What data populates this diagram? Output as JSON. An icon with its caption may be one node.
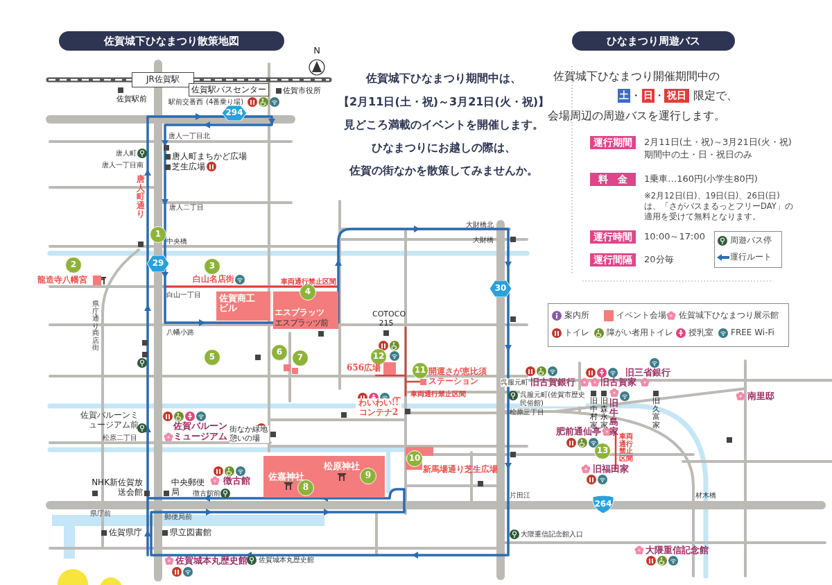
{
  "diagram": {
    "nodes": [
      {
        "text": [
          "佐賀城下ひなまつり散策地図"
        ]
      },
      {
        "text": [
          "ひなまつり周遊バス"
        ]
      },
      {
        "text": [
          "JR佐賀駅"
        ]
      },
      {
        "text": [
          "佐賀駅バスセンター"
        ]
      },
      {
        "text": [
          "294"
        ]
      },
      {
        "text": [
          "29"
        ]
      },
      {
        "text": [
          "30"
        ]
      },
      {
        "text": [
          "264"
        ]
      },
      {
        "text": [
          "佐賀商工ビル"
        ]
      },
      {
        "text": [
          "エスプラッツ"
        ]
      },
      {
        "text": [],
        "shape": "box"
      },
      {
        "text": [
          "佐嘉神社",
          "松原神社"
        ]
      },
      {
        "text": [
          "1"
        ]
      },
      {
        "text": [
          "2"
        ]
      },
      {
        "text": [
          "3"
        ]
      },
      {
        "text": [
          "4"
        ]
      },
      {
        "text": [
          "5"
        ]
      },
      {
        "text": [
          "6"
        ]
      },
      {
        "text": [
          "7"
        ]
      },
      {
        "text": [
          "8"
        ],
        "in": 11
      },
      {
        "text": [
          "9"
        ],
        "in": 11
      },
      {
        "text": [
          "10"
        ]
      },
      {
        "text": [
          "11"
        ]
      },
      {
        "text": [
          "12"
        ]
      },
      {
        "text": [
          "13"
        ]
      },
      {
        "text": [
          "土"
        ]
      },
      {
        "text": [
          "日"
        ]
      },
      {
        "text": [
          "祝日"
        ]
      },
      {
        "text": [
          "運行期間"
        ]
      },
      {
        "text": [
          "料　金"
        ]
      },
      {
        "text": [
          "運行時間"
        ]
      },
      {
        "text": [
          "運行間隔"
        ]
      }
    ],
    "labels": [
      "N",
      "佐賀城下ひなまつり期間中は、",
      "【2月11日(土・祝)～3月21日(火・祝)】",
      "見どころ満載のイベントを開催します。",
      "ひなまつりにお越しの際は、",
      "佐賀の街なかを散策してみませんか。",
      "佐賀駅前",
      "駅前交番西",
      "(4番乗り場)",
      "佐賀市役所",
      "唐人一丁目北",
      "唐人町",
      "唐人一丁目南",
      "唐人町まちかど広場",
      "芝生広場",
      "唐人二丁目",
      "唐人町通り",
      "中央橋",
      "龍造寺八幡宮",
      "白山名店街",
      "車両通行禁止区間",
      "白山一丁目",
      "県庁通り商店街",
      "八幡小路",
      "エスプラッツ前",
      "COTOCO 215",
      "656広場",
      "開運さが恵比須ステーション",
      "車両通行禁止区間",
      "わいわい!!コンテナ2",
      "佐賀バルーンミュージアム前",
      "松原二丁目",
      "佐賀バルーンミュージアム",
      "街なか緑地憩いの場",
      "徴古館",
      "NHK新佐賀放送会館",
      "中央郵便局",
      "徴古館前",
      "新馬場通り芝生広場",
      "県庁前",
      "郵便局前",
      "佐賀県庁",
      "県立図書館",
      "佐賀城本丸歴史館",
      "佐賀城本丸歴史館",
      "大財橋北",
      "大財橋",
      "呉服元町",
      "旧古賀銀行",
      "旧古賀家",
      "旧三省銀行",
      "呉服元町(佐賀市歴史民俗館)",
      "松原三丁目",
      "旧中村家",
      "旧森永家",
      "旧牛島家",
      "旧久富家",
      "南里邸",
      "肥前通仙亭",
      "車両通行禁止区間",
      "旧福田家",
      "片田江",
      "材木橋",
      "大隈重信記念館入口",
      "大隈重信記念館",
      "佐賀城下ひなまつり開催期間中の",
      "・",
      "・",
      "限定で、",
      "会場周辺の周遊バスを運行します。",
      "2月11日(土・祝)～3月21日(火・祝)",
      "期間中の土・日・祝日のみ",
      "1乗車…160円(小学生80円)",
      "※2月12日(日)、19日(日)、26日(日)は、「さがバスまるっとフリーDAY」の適用を受けて無料となります。",
      "10:00～17:00",
      "20分毎"
    ],
    "legend": [
      {
        "text": "周遊バス停"
      },
      {
        "text": "運行ルート"
      },
      {
        "text": "案内所"
      },
      {
        "text": "イベント会場",
        "color": "#f47c7c"
      },
      {
        "text": "佐賀城下ひなまつり展示館"
      },
      {
        "text": "トイレ"
      },
      {
        "text": "障がい者用トイレ"
      },
      {
        "text": "授乳室"
      },
      {
        "text": "FREE Wi-Fi"
      }
    ]
  }
}
